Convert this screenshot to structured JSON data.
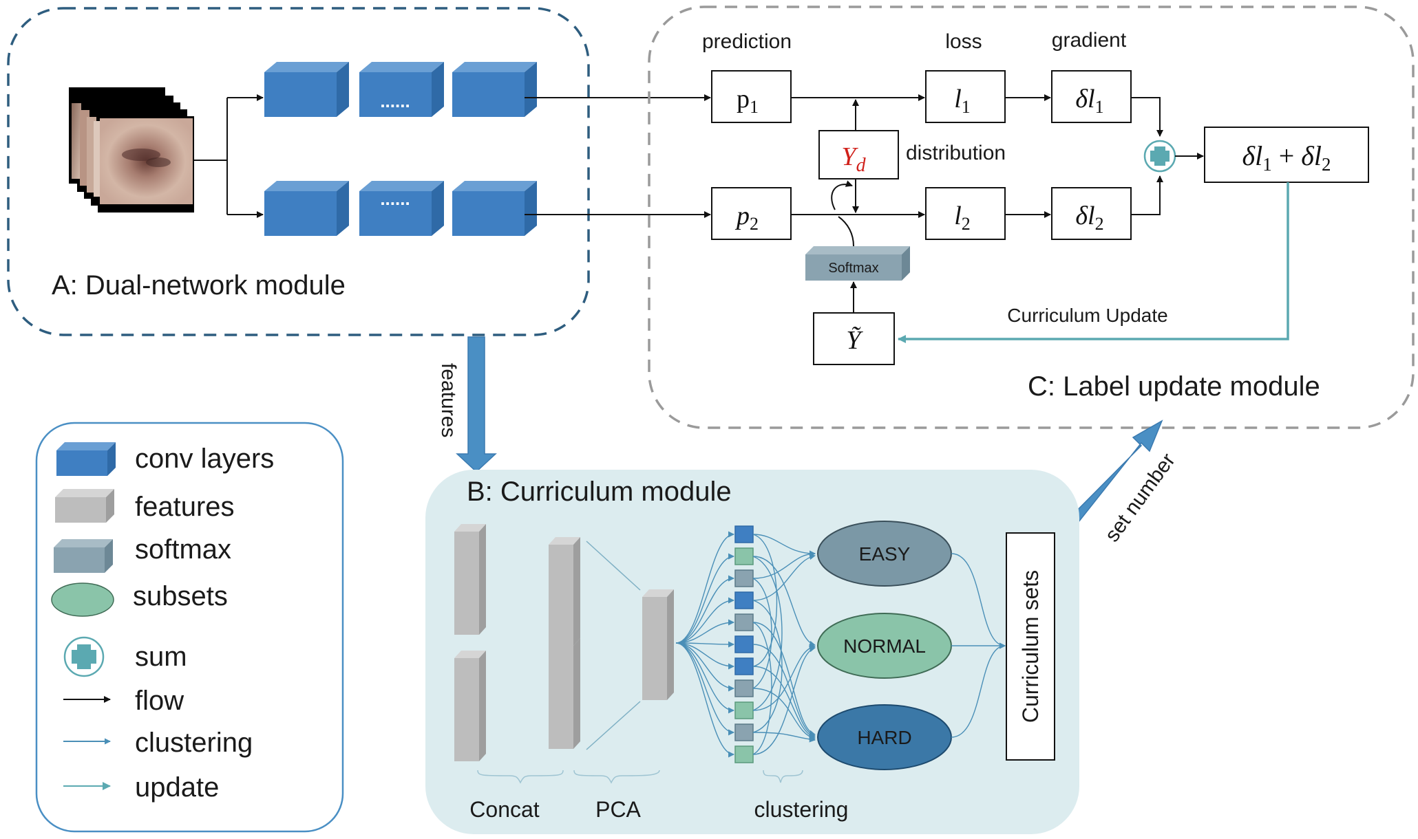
{
  "module_a": {
    "title": "A: Dual-network module",
    "ellipsis": "......"
  },
  "features_arrow": {
    "label": "features"
  },
  "module_b": {
    "title": "B: Curriculum module",
    "subsets": [
      "EASY",
      "NORMAL",
      "HARD"
    ],
    "curriculum_sets": "Curriculum sets",
    "bottom_labels": {
      "concat": "Concat",
      "pca": "PCA",
      "clustering": "clustering"
    }
  },
  "set_number_arrow": {
    "label": "set number"
  },
  "module_c": {
    "title": "C: Label update module",
    "headers": {
      "prediction": "prediction",
      "loss": "loss",
      "gradient": "gradient"
    },
    "p1": {
      "base": "p",
      "sub": "1"
    },
    "p2": {
      "base": "p",
      "sub": "2"
    },
    "l1": {
      "base": "l",
      "sub": "1"
    },
    "l2": {
      "base": "l",
      "sub": "2"
    },
    "dl1": {
      "delta": "δ",
      "base": "l",
      "sub": "1"
    },
    "dl2": {
      "delta": "δ",
      "base": "l",
      "sub": "2"
    },
    "sum": {
      "d1": "δ",
      "b1": "l",
      "s1": "1",
      "plus": " + ",
      "d2": "δ",
      "b2": "l",
      "s2": "2"
    },
    "yd": {
      "base": "Y",
      "sub": "d"
    },
    "distribution": "distribution",
    "softmax": "Softmax",
    "ytilde": "Ỹ",
    "curriculum_update": "Curriculum Update"
  },
  "legend": {
    "items": [
      {
        "icon": "conv-layers-icon",
        "label": "conv layers"
      },
      {
        "icon": "features-icon",
        "label": "features"
      },
      {
        "icon": "softmax-icon",
        "label": "softmax"
      },
      {
        "icon": "subsets-icon",
        "label": "subsets"
      },
      {
        "icon": "sum-icon",
        "label": "sum"
      },
      {
        "icon": "flow-arrow-icon",
        "label": "flow"
      },
      {
        "icon": "clustering-arrow-icon",
        "label": "clustering"
      },
      {
        "icon": "update-arrow-icon",
        "label": "update"
      }
    ]
  },
  "colors": {
    "conv_blue": "#3f7fc2",
    "module_a_border": "#2e5d7f",
    "module_b_fill": "#dcecef",
    "module_c_border": "#9a9a9a",
    "easy": "#7b98a6",
    "normal": "#8ac4a9",
    "hard": "#3b78a7",
    "teal_arrow": "#5ba9b1",
    "red_math": "#d0201a"
  }
}
